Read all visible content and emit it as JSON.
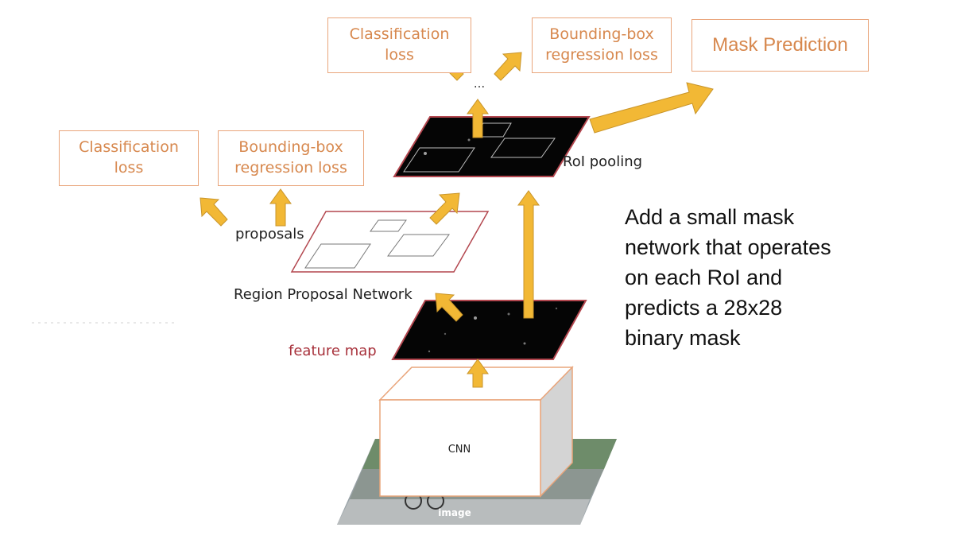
{
  "top_boxes": {
    "classification": "Classification\nloss",
    "bbox_regression": "Bounding-box\nregression loss",
    "mask_prediction": "Mask Prediction"
  },
  "left_boxes": {
    "classification": "Classification\nloss",
    "bbox_regression": "Bounding-box\nregression loss"
  },
  "ellipsis": "...",
  "labels": {
    "roi_pooling": "RoI pooling",
    "proposals": "proposals",
    "rpn": "Region Proposal Network",
    "feature_map": "feature map",
    "cnn": "CNN",
    "image": "image"
  },
  "caption": "Add a small mask\nnetwork that operates\non each RoI and\npredicts a 28x28\nbinary mask",
  "colors": {
    "arrow": "#f2b835",
    "arrow_stroke": "#c9952a",
    "box_border": "#e9a57b",
    "box_text": "#d7884e",
    "plane_border": "#b3474f",
    "feature_label": "#a8323c"
  }
}
